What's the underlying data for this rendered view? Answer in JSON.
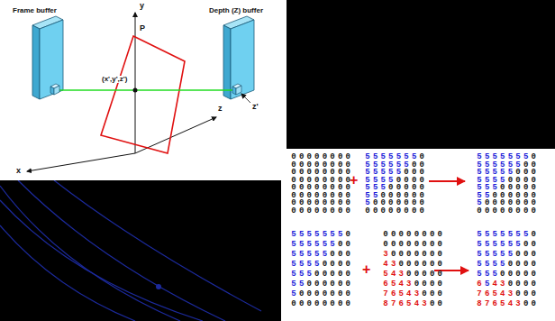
{
  "diagram": {
    "labels": [
      "Frame buffer",
      "Depth (Z) buffer",
      "P",
      "(x',y',z')",
      "y",
      "z",
      "z'",
      "x",
      "0",
      "0",
      "0",
      "0",
      "0",
      "0",
      "0",
      "0",
      "0",
      "0",
      "0",
      "0",
      "0",
      "0",
      "0",
      "0",
      "0",
      "0",
      "0",
      "0",
      "0",
      "0",
      "0",
      "0",
      "0",
      "0",
      "0",
      "0",
      "0",
      "0",
      "0",
      "0",
      "0",
      "0",
      "0",
      "0",
      "0",
      "0",
      "0",
      "0",
      "0",
      "0",
      "0",
      "0",
      "0",
      "0",
      "0",
      "0",
      "0",
      "0",
      "0",
      "0",
      "0",
      "0",
      "0",
      "0",
      "0",
      "0",
      "0",
      "0",
      "0",
      "0",
      "0",
      "0",
      "+",
      "5",
      "5",
      "5",
      "5",
      "5",
      "5",
      "5",
      "0",
      "5",
      "5",
      "5",
      "5",
      "5",
      "5",
      "0",
      "0",
      "5",
      "5",
      "5",
      "5",
      "5",
      "0",
      "0",
      "0",
      "5",
      "5",
      "5",
      "5",
      "0",
      "0",
      "0",
      "0",
      "5",
      "5",
      "5",
      "0",
      "0",
      "0",
      "0",
      "0",
      "5",
      "5",
      "0",
      "0",
      "0",
      "0",
      "0",
      "0",
      "5",
      "0",
      "0",
      "0",
      "0",
      "0",
      "0",
      "0",
      "0",
      "0",
      "0",
      "0",
      "0",
      "0",
      "0",
      "0",
      "5",
      "5",
      "5",
      "5",
      "5",
      "5",
      "5",
      "0",
      "5",
      "5",
      "5",
      "5",
      "5",
      "5",
      "0",
      "0",
      "5",
      "5",
      "5",
      "5",
      "5",
      "0",
      "0",
      "0",
      "5",
      "5",
      "5",
      "5",
      "0",
      "0",
      "0",
      "0",
      "5",
      "5",
      "5",
      "0",
      "0",
      "0",
      "0",
      "0",
      "5",
      "5",
      "0",
      "0",
      "0",
      "0",
      "0",
      "0",
      "5",
      "0",
      "0",
      "0",
      "0",
      "0",
      "0",
      "0",
      "0",
      "0",
      "0",
      "0",
      "0",
      "0",
      "0",
      "0",
      "5",
      "5",
      "5",
      "5",
      "5",
      "5",
      "5",
      "0",
      "5",
      "5",
      "5",
      "5",
      "5",
      "5",
      "0",
      "0",
      "5",
      "5",
      "5",
      "5",
      "5",
      "0",
      "0",
      "0",
      "5",
      "5",
      "5",
      "5",
      "0",
      "0",
      "0",
      "0",
      "5",
      "5",
      "5",
      "0",
      "0",
      "0",
      "0",
      "0",
      "5",
      "5",
      "0",
      "0",
      "0",
      "0",
      "0",
      "0",
      "5",
      "0",
      "0",
      "0",
      "0",
      "0",
      "0",
      "0",
      "0",
      "0",
      "0",
      "0",
      "0",
      "0",
      "0",
      "0",
      "+",
      "0",
      "0",
      "0",
      "0",
      "0",
      "0",
      "0",
      "0",
      "0",
      "0",
      "0",
      "0",
      "0",
      "0",
      "0",
      "0",
      "3",
      "0",
      "0",
      "0",
      "0",
      "0",
      "0",
      "0",
      "4",
      "3",
      "0",
      "0",
      "0",
      "0",
      "0",
      "0",
      "5",
      "4",
      "3",
      "0",
      "0",
      "0",
      "0",
      "0",
      "6",
      "5",
      "4",
      "3",
      "0",
      "0",
      "0",
      "0",
      "7",
      "6",
      "5",
      "4",
      "3",
      "0",
      "0",
      "0",
      "8",
      "7",
      "6",
      "5",
      "4",
      "3",
      "0",
      "0",
      "5",
      "5",
      "5",
      "5",
      "5",
      "5",
      "5",
      "0",
      "5",
      "5",
      "5",
      "5",
      "5",
      "5",
      "0",
      "0",
      "5",
      "5",
      "5",
      "5",
      "5",
      "0",
      "0",
      "0",
      "5",
      "5",
      "5",
      "5",
      "0",
      "0",
      "0",
      "0",
      "5",
      "5",
      "5",
      "0",
      "0",
      "0",
      "0",
      "0",
      "6",
      "5",
      "4",
      "3",
      "0",
      "0",
      "0",
      "0",
      "7",
      "6",
      "5",
      "4",
      "3",
      "0",
      "0",
      "0",
      "8",
      "7",
      "6",
      "5",
      "4",
      "3",
      "0",
      "0"
    ]
  }
}
